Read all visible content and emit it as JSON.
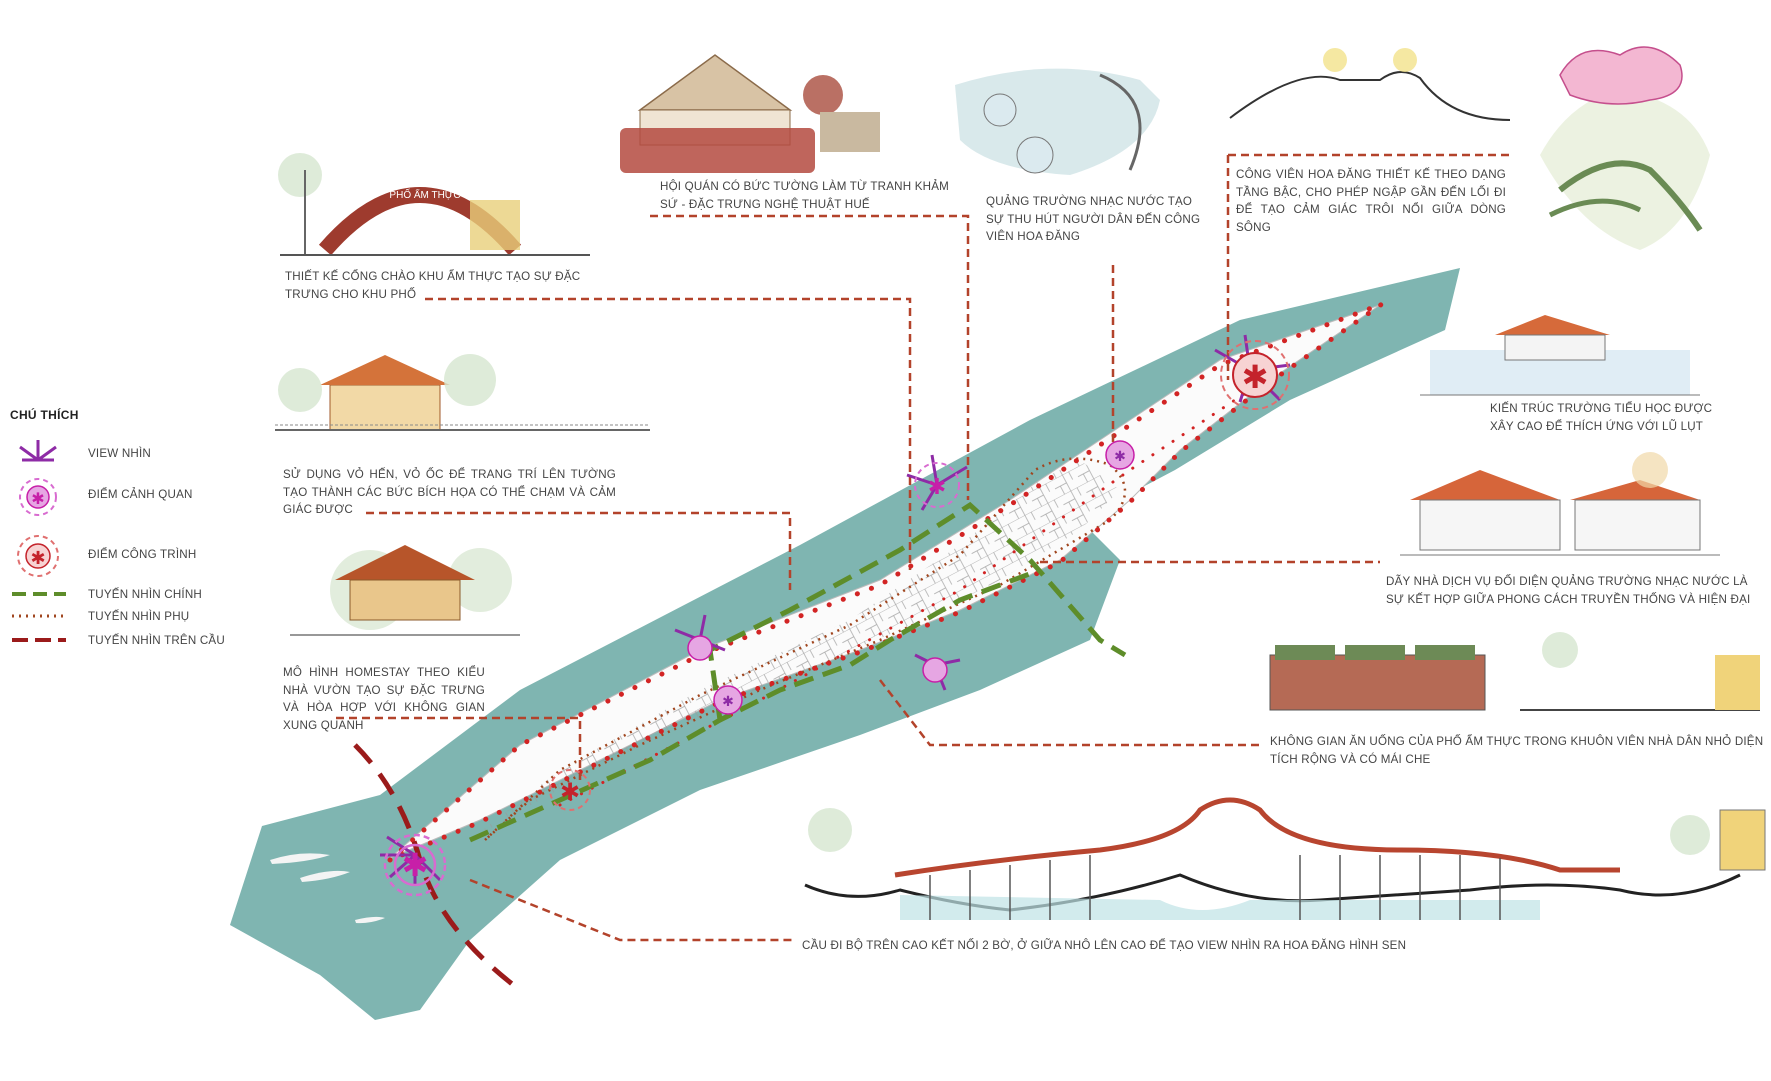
{
  "legend": {
    "title": "CHÚ THÍCH",
    "items": [
      {
        "label": "VIEW NHÌN",
        "icon": "view-arrows-icon"
      },
      {
        "label": "ĐIỂM CẢNH QUAN",
        "icon": "landscape-point-icon"
      },
      {
        "label": "ĐIỂM CÔNG TRÌNH",
        "icon": "building-point-icon"
      },
      {
        "label": "TUYẾN NHÌN CHÍNH",
        "icon": "main-view-line-icon"
      },
      {
        "label": "TUYẾN NHÌN PHỤ",
        "icon": "secondary-view-line-icon"
      },
      {
        "label": "TUYẾN NHÌN TRÊN CẦU",
        "icon": "bridge-view-line-icon"
      }
    ]
  },
  "annotations": {
    "gate": "THIẾT KẾ CỔNG CHÀO KHU ẨM THỰC TẠO SỰ ĐẶC TRƯNG CHO KHU PHỐ",
    "gate_sign": "PHỐ ẨM THỰC",
    "hoi_quan": "HỘI QUÁN CÓ BỨC TƯỜNG LÀM TỪ TRANH KHẢM SỨ - ĐẶC TRƯNG NGHỆ THUẬT HUẾ",
    "quang_truong": "QUẢNG TRƯỜNG NHẠC NƯỚC TẠO SỰ THU HÚT NGƯỜI DÂN ĐẾN CÔNG VIÊN HOA ĐĂNG",
    "cong_vien": "CÔNG VIÊN HOA ĐĂNG THIẾT KẾ THEO DẠNG TẦNG BẬC, CHO PHÉP NGẬP GẦN ĐẾN LỐI ĐI ĐỂ TẠO CẢM GIÁC TRÔI NỔI GIỮA DÒNG SÔNG",
    "wall_art": "SỬ DỤNG VỎ HẾN, VỎ ỐC ĐỂ TRANG TRÍ LÊN TƯỜNG TẠO THÀNH CÁC BỨC BÍCH HỌA CÓ THỂ CHẠM VÀ CẢM GIÁC ĐƯỢC",
    "homestay": "MÔ HÌNH HOMESTAY THEO KIỂU NHÀ VƯỜN TẠO SỰ ĐẶC TRƯNG VÀ HÒA HỢP VỚI KHÔNG GIAN XUNG QUANH",
    "school": "KIẾN TRÚC TRƯỜNG TIỂU HỌC ĐƯỢC XÂY CAO ĐỂ THÍCH ỨNG VỚI LŨ LỤT",
    "service": "DÃY NHÀ DỊCH VỤ ĐỐI DIỆN QUẢNG TRƯỜNG NHẠC NƯỚC LÀ SỰ KẾT HỢP GIỮA PHONG CÁCH TRUYỀN THỐNG VÀ HIỆN ĐẠI",
    "food_space": "KHÔNG GIAN ĂN UỐNG CỦA PHỐ ẨM THỰC TRONG KHUÔN VIÊN NHÀ DÂN NHỎ DIỆN TÍCH RỘNG VÀ CÓ MÁI CHE",
    "bridge": "CẦU ĐI BỘ TRÊN CAO KẾT NỐI 2 BỜ, Ở GIỮA NHÔ LÊN CAO ĐỂ TẠO VIEW NHÌN RA HOA ĐĂNG HÌNH SEN"
  },
  "colors": {
    "river": "#7fb5b1",
    "view_purple": "#8e2ba6",
    "landscape_pink": "#c71fa8",
    "building_red": "#c4232b",
    "main_line_green": "#5e8d2a",
    "secondary_line": "#a0461f",
    "bridge_line": "#9b1b1b",
    "leader_line": "#b3432b"
  }
}
